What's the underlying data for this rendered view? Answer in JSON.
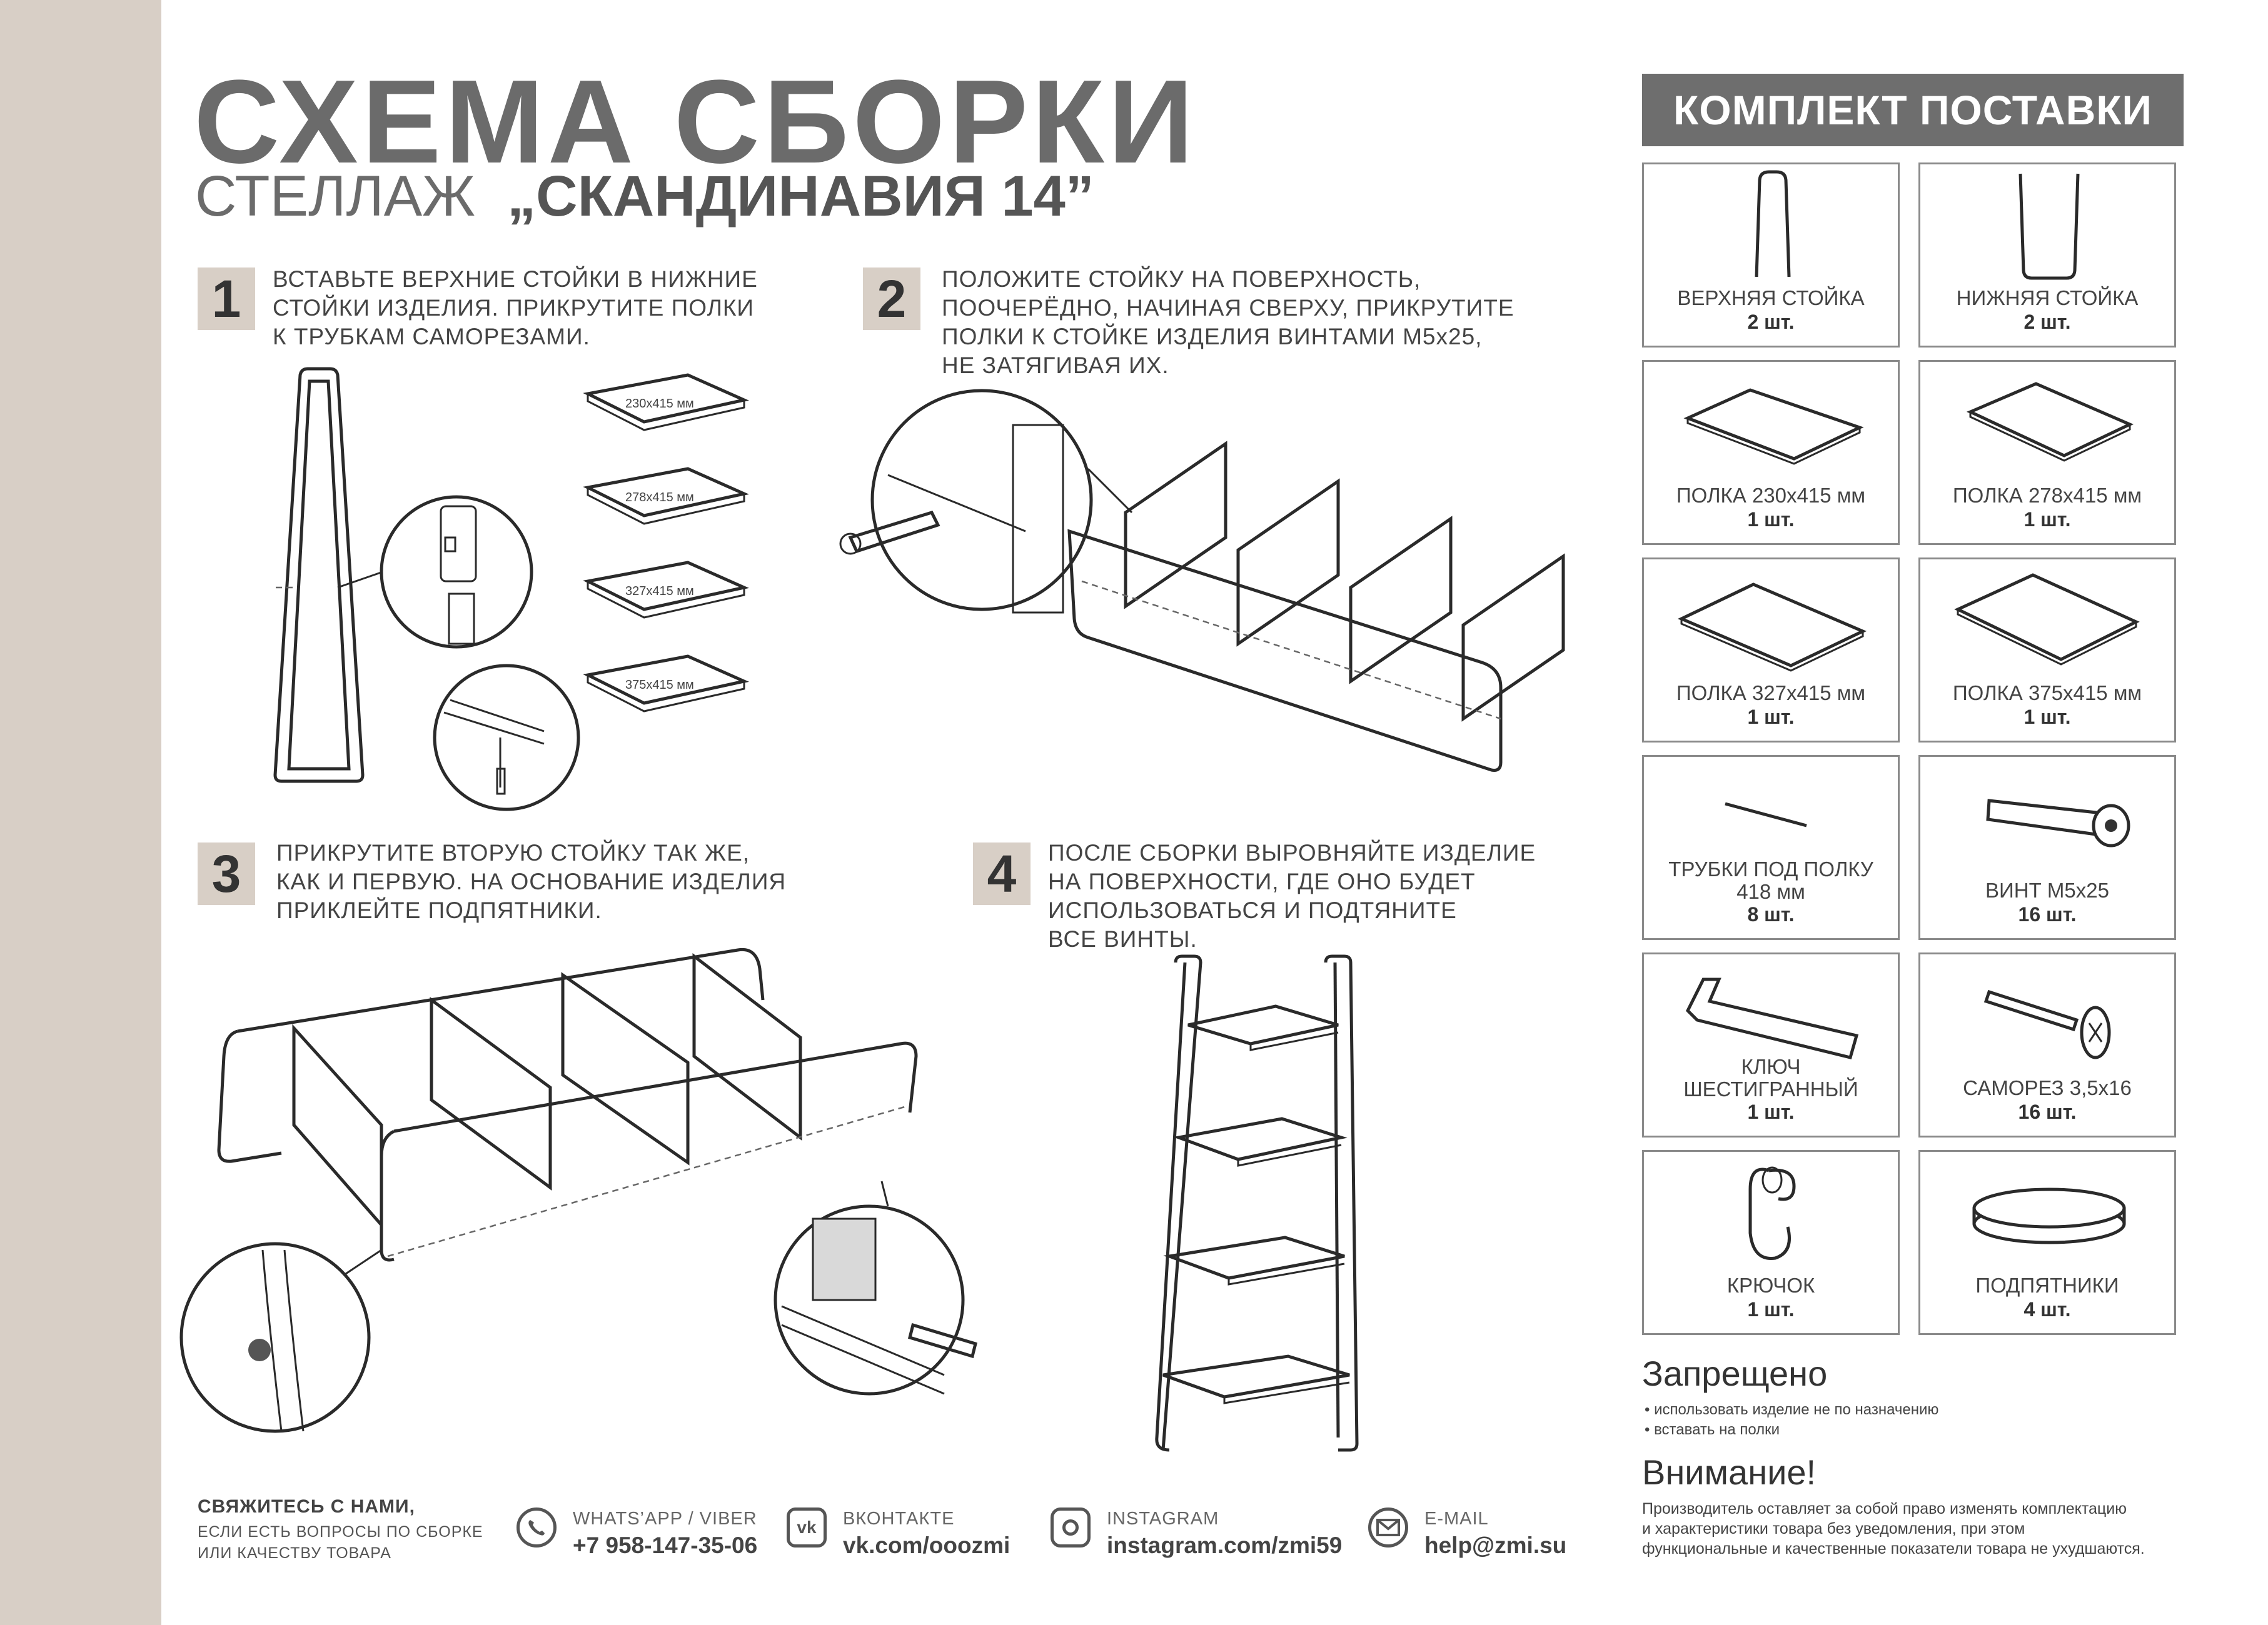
{
  "title": {
    "main": "СХЕМА СБОРКИ",
    "product_type": "СТЕЛЛАЖ",
    "product_name": "„СКАНДИНАВИЯ 14”"
  },
  "steps": [
    {
      "num": "1",
      "text": "ВСТАВЬТЕ ВЕРХНИЕ СТОЙКИ В НИЖНИЕ\nСТОЙКИ ИЗДЕЛИЯ. ПРИКРУТИТЕ ПОЛКИ\nК ТРУБКАМ САМОРЕЗАМИ."
    },
    {
      "num": "2",
      "text": "ПОЛОЖИТЕ СТОЙКУ НА ПОВЕРХНОСТЬ,\nПООЧЕРЁДНО, НАЧИНАЯ СВЕРХУ, ПРИКРУТИТЕ\nПОЛКИ К СТОЙКЕ ИЗДЕЛИЯ ВИНТАМИ М5х25,\nНЕ ЗАТЯГИВАЯ ИХ."
    },
    {
      "num": "3",
      "text": "ПРИКРУТИТЕ ВТОРУЮ СТОЙКУ ТАК ЖЕ,\nКАК И ПЕРВУЮ. НА ОСНОВАНИЕ ИЗДЕЛИЯ\nПРИКЛЕЙТЕ ПОДПЯТНИКИ."
    },
    {
      "num": "4",
      "text": "ПОСЛЕ СБОРКИ ВЫРОВНЯЙТЕ ИЗДЕЛИЕ\nНА ПОВЕРХНОСТИ, ГДЕ ОНО БУДЕТ\nИСПОЛЬЗОВАТЬСЯ И ПОДТЯНИТЕ\nВСЕ ВИНТЫ."
    }
  ],
  "shelf_labels": [
    "230х415 мм",
    "278х415 мм",
    "327х415 мм",
    "375х415 мм"
  ],
  "kit": {
    "header": "КОМПЛЕКТ ПОСТАВКИ",
    "items": [
      {
        "name": "ВЕРХНЯЯ СТОЙКА",
        "qty": "2 шт.",
        "icon": "upper-post-icon"
      },
      {
        "name": "НИЖНЯЯ СТОЙКА",
        "qty": "2 шт.",
        "icon": "lower-post-icon"
      },
      {
        "name": "ПОЛКА 230х415 мм",
        "qty": "1 шт.",
        "icon": "shelf-icon"
      },
      {
        "name": "ПОЛКА 278х415 мм",
        "qty": "1 шт.",
        "icon": "shelf-icon"
      },
      {
        "name": "ПОЛКА 327х415 мм",
        "qty": "1 шт.",
        "icon": "shelf-icon"
      },
      {
        "name": "ПОЛКА 375х415 мм",
        "qty": "1 шт.",
        "icon": "shelf-icon"
      },
      {
        "name": "ТРУБКИ ПОД ПОЛКУ\n418 мм",
        "qty": "8 шт.",
        "icon": "tube-icon"
      },
      {
        "name": "ВИНТ М5х25",
        "qty": "16 шт.",
        "icon": "bolt-icon"
      },
      {
        "name": "КЛЮЧ\nШЕСТИГРАННЫЙ",
        "qty": "1 шт.",
        "icon": "hex-key-icon"
      },
      {
        "name": "САМОРЕЗ 3,5х16",
        "qty": "16 шт.",
        "icon": "screw-icon"
      },
      {
        "name": "КРЮЧОК",
        "qty": "1 шт.",
        "icon": "hook-icon"
      },
      {
        "name": "ПОДПЯТНИКИ",
        "qty": "4 шт.",
        "icon": "foot-pad-icon"
      }
    ]
  },
  "prohibited": {
    "title": "Запрещено",
    "items": [
      "использовать изделие не по назначению",
      "вставать на полки"
    ]
  },
  "attention": {
    "title": "Внимание!",
    "text": "Производитель оставляет за собой право изменять комплектацию\nи характеристики товара без уведомления, при этом\nфункциональные и качественные показатели товара не ухудшаются."
  },
  "contact": {
    "heading": "СВЯЖИТЕСЬ С НАМИ,",
    "subtext": "ЕСЛИ ЕСТЬ ВОПРОСЫ ПО СБОРКЕ\nИЛИ КАЧЕСТВУ ТОВАРА",
    "channels": [
      {
        "label": "WHATS’APP / VIBER",
        "value": "+7 958-147-35-06",
        "icon": "phone-icon"
      },
      {
        "label": "ВКОНТАКТЕ",
        "value": "vk.com/ooozmi",
        "icon": "vk-icon"
      },
      {
        "label": "INSTAGRAM",
        "value": "instagram.com/zmi59",
        "icon": "instagram-icon"
      },
      {
        "label": "E-MAIL",
        "value": "help@zmi.su",
        "icon": "email-icon"
      }
    ]
  },
  "colors": {
    "sidebar": "#d8cfc6",
    "title": "#6b6b6b",
    "kit_header": "#6e6e6e",
    "step_badge": "#d8cfc6"
  }
}
